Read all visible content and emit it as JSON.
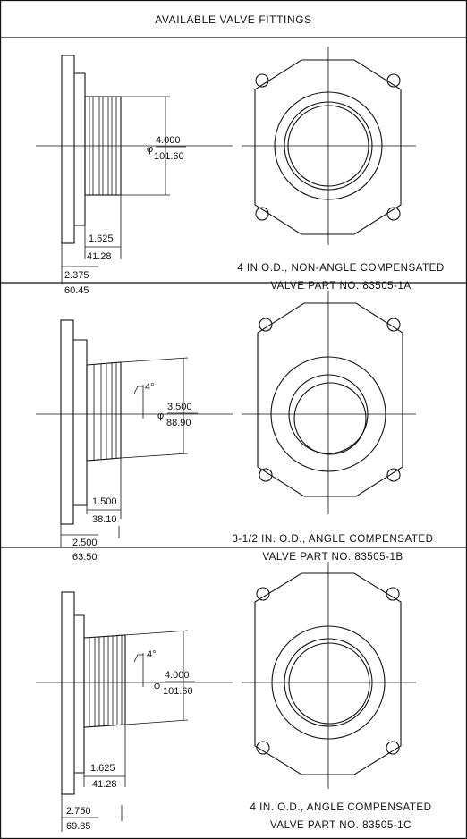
{
  "title": "AVAILABLE VALVE FITTINGS",
  "panels": [
    {
      "angle": "",
      "diameter_in": "4.000",
      "diameter_mm": "101.60",
      "short_in": "1.625",
      "short_mm": "41.28",
      "long_in": "2.375",
      "long_mm": "60.45",
      "caption_line1": "4 IN O.D., NON-ANGLE COMPENSATED",
      "caption_line2": "VALVE PART NO. 83505-1A"
    },
    {
      "angle": "4°",
      "diameter_in": "3.500",
      "diameter_mm": "88.90",
      "short_in": "1.500",
      "short_mm": "38.10",
      "long_in": "2.500",
      "long_mm": "63.50",
      "caption_line1": "3-1/2 IN. O.D., ANGLE COMPENSATED",
      "caption_line2": "VALVE PART NO. 83505-1B"
    },
    {
      "angle": "4°",
      "diameter_in": "4.000",
      "diameter_mm": "101.60",
      "short_in": "1.625",
      "short_mm": "41.28",
      "long_in": "2.750",
      "long_mm": "69.85",
      "caption_line1": "4 IN. O.D., ANGLE COMPENSATED",
      "caption_line2": "VALVE PART NO. 83505-1C"
    }
  ]
}
